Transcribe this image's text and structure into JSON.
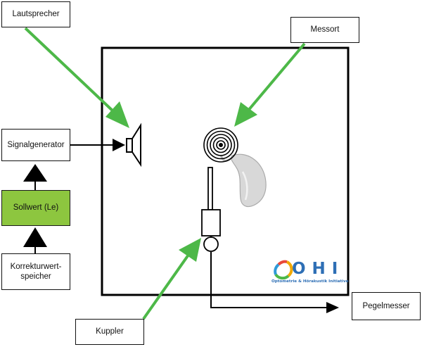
{
  "labels": {
    "lautsprecher": "Lautsprecher",
    "messort": "Messort",
    "signalgenerator": "Signalgenerator",
    "sollwert": "Sollwert (Le)",
    "korrekturwert_line1": "Korrekturwert-",
    "korrekturwert_line2": "speicher",
    "kuppler": "Kuppler",
    "pegelmesser": "Pegelmesser"
  },
  "logo": {
    "text": "OHI",
    "subtitle": "Optometrie & Hörakustik Initiative"
  },
  "colors": {
    "accent_green": "#4db848",
    "sollwert_fill": "#8dc63f",
    "logo_blue": "#2e6fb5"
  }
}
